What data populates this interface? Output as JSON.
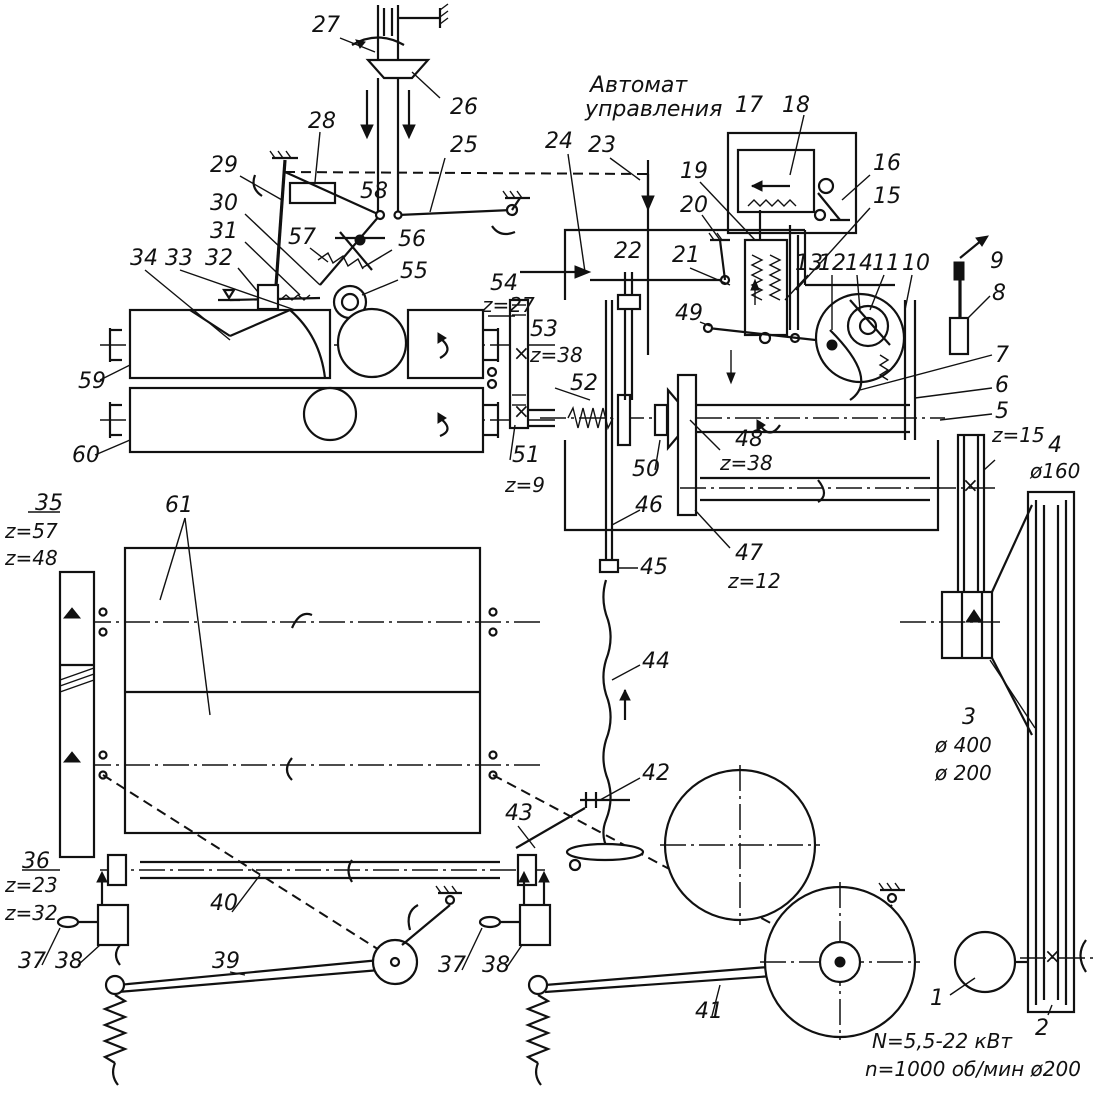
{
  "header": {
    "line1": "Автомат",
    "line2": "управления"
  },
  "labels": {
    "l1": "1",
    "l2": "2",
    "l3": "3",
    "l4": "4",
    "l5": "5",
    "l6": "6",
    "l7": "7",
    "l8": "8",
    "l9": "9",
    "l10": "10",
    "l11": "11",
    "l12": "12",
    "l13": "13",
    "l14": "14",
    "l15": "15",
    "l16": "16",
    "l17": "17",
    "l18": "18",
    "l19": "19",
    "l20": "20",
    "l21": "21",
    "l22": "22",
    "l23": "23",
    "l24": "24",
    "l25": "25",
    "l26": "26",
    "l27": "27",
    "l28": "28",
    "l29": "29",
    "l30": "30",
    "l31": "31",
    "l32": "32",
    "l33": "33",
    "l34": "34",
    "l35": "35",
    "l36": "36",
    "l37a": "37",
    "l37b": "37",
    "l38a": "38",
    "l38b": "38",
    "l39": "39",
    "l40": "40",
    "l41": "41",
    "l42": "42",
    "l43": "43",
    "l44": "44",
    "l45": "45",
    "l46": "46",
    "l47": "47",
    "l48": "48",
    "l49": "49",
    "l50": "50",
    "l51": "51",
    "l52": "52",
    "l53": "53",
    "l54": "54",
    "l55": "55",
    "l56": "56",
    "l57": "57",
    "l58": "58",
    "l59": "59",
    "l60": "60",
    "l61": "61"
  },
  "params": {
    "z54": "z=27",
    "z53": "z=38",
    "z51": "z=9",
    "z48": "z=38",
    "z47": "z=12",
    "z5": "z=15",
    "d4": "ø160",
    "d3a": "ø 400",
    "d3b": "ø 200",
    "z35a": "z=57",
    "z35b": "z=48",
    "z36": "z=23",
    "z37": "z=32"
  },
  "motor": {
    "power": "N=5,5-22 кВт",
    "speed": "n=1000 об/мин ø200"
  }
}
